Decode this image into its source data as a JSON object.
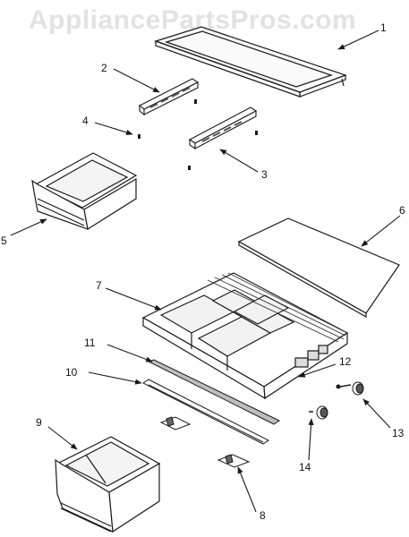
{
  "watermark": "AppliancePartsPros.com",
  "callouts": [
    "1",
    "2",
    "3",
    "4",
    "5",
    "6",
    "7",
    "8",
    "9",
    "10",
    "11",
    "12",
    "13",
    "14"
  ],
  "colors": {
    "line": "#1a1a1a",
    "shade": "#bdbdbd",
    "watermark": "#e2e2e2"
  }
}
